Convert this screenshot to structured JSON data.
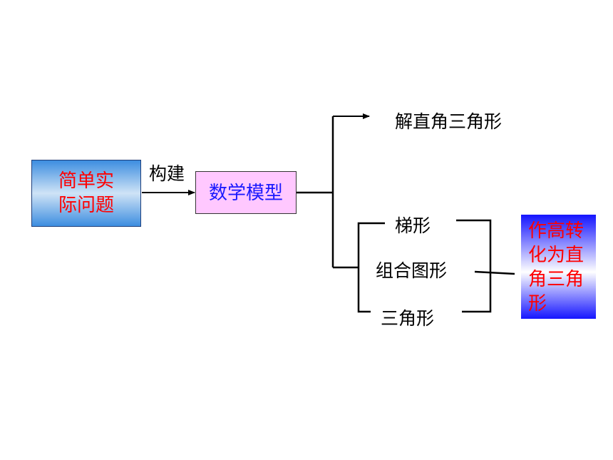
{
  "start_box": {
    "lines": [
      "简单实",
      "际问题"
    ]
  },
  "edge_label": "构建",
  "model_box": {
    "label": "数学模型"
  },
  "branch_top": {
    "label": "解直角三角形"
  },
  "branch_items": [
    {
      "label": "梯形"
    },
    {
      "label": "组合图形"
    },
    {
      "label": "三角形"
    }
  ],
  "result_box": {
    "lines": [
      "作高转",
      "化为直",
      "角三角",
      "形"
    ]
  },
  "colors": {
    "accent_red": "#ff0000",
    "model_text": "#1a1aff",
    "model_fill": "#ffc8ff",
    "result_fill": "#1515ff",
    "start_fill": "#3d8ee0"
  }
}
